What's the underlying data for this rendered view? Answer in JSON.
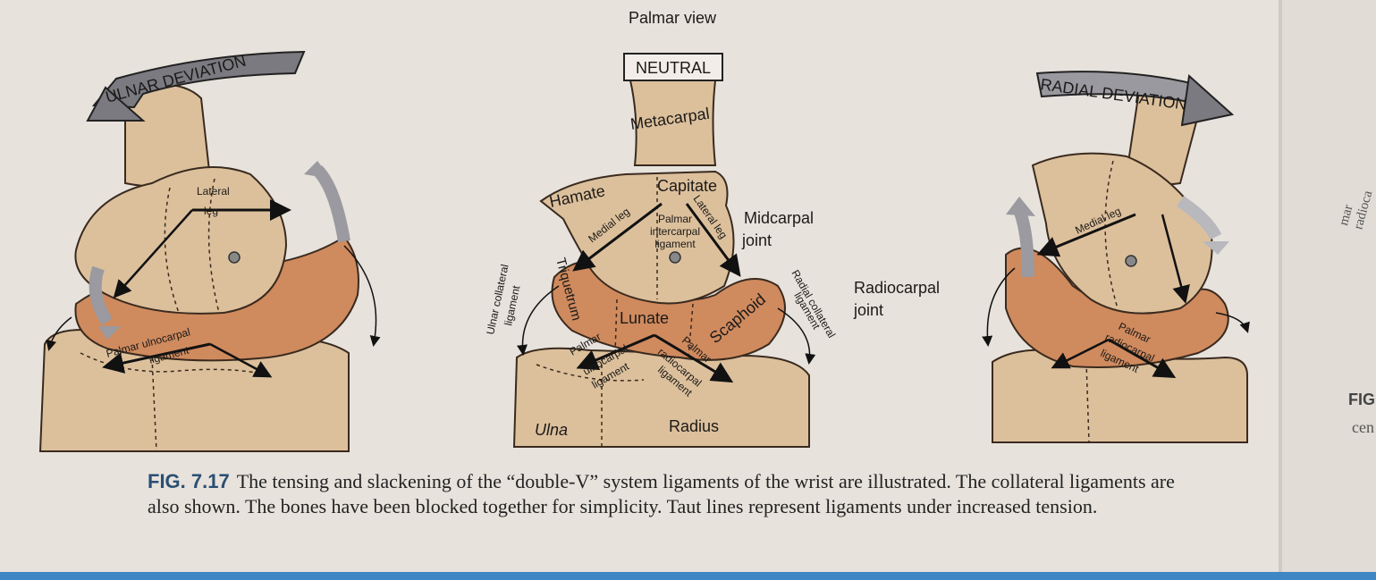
{
  "header": {
    "view_title": "Palmar view"
  },
  "panels": {
    "ulnar": {
      "banner": "ULNAR DEVIATION",
      "lateral_leg": [
        "Lateral",
        "leg"
      ],
      "palmar_ulnocarpal": [
        "Palmar ulnocarpal",
        "ligament"
      ]
    },
    "neutral": {
      "banner": "NEUTRAL",
      "metacarpal": "Metacarpal",
      "hamate": "Hamate",
      "capitate": "Capitate",
      "medial_leg": "Medial leg",
      "lateral_leg": "Lateral leg",
      "palmar_intercarpal": [
        "Palmar",
        "intercarpal",
        "ligament"
      ],
      "triquetrum": "Triquetrum",
      "lunate": "Lunate",
      "scaphoid": "Scaphoid",
      "ulnar_collateral": [
        "Ulnar collateral",
        "ligament"
      ],
      "radial_collateral": [
        "Radial collateral",
        "ligament"
      ],
      "palmar_ulnocarpal": [
        "Palmar",
        "ulnocarpal",
        "ligament"
      ],
      "palmar_radiocarpal": [
        "Palmar",
        "radiocarpal",
        "ligament"
      ],
      "ulna": "Ulna",
      "radius": "Radius",
      "midcarpal_joint": [
        "Midcarpal",
        "joint"
      ],
      "radiocarpal_joint": [
        "Radiocarpal",
        "joint"
      ]
    },
    "radial": {
      "banner": "RADIAL DEVIATION",
      "medial_leg": "Medial leg",
      "palmar_radiocarpal": [
        "Palmar",
        "radiocarpal",
        "ligament"
      ]
    }
  },
  "caption": {
    "figure_number": "FIG. 7.17",
    "text": "The tensing and slackening of the “double-V” system ligaments of the wrist are illustrated. The collateral ligaments are also shown. The bones have been blocked together for simplicity. Taut lines represent ligaments under increased tension."
  },
  "edge": {
    "side_text": "mar radioca",
    "fig_fragment": "FIG.",
    "cen_fragment": "cen"
  },
  "colors": {
    "background": "#e7e2dc",
    "bone": "#dcc09c",
    "carpal_row": "#cf8a5e",
    "view_title": "#a3372b",
    "caption_fig": "#2a4f73",
    "accent_bar": "#3e86c4"
  }
}
